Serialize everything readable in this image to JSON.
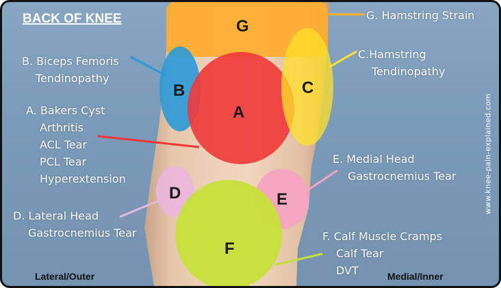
{
  "title": "BACK OF KNEE",
  "zones": [
    {
      "letter": "G",
      "color": "#ffad2e"
    },
    {
      "letter": "B",
      "color": "#2a9ad8"
    },
    {
      "letter": "A",
      "color": "#ee3838"
    },
    {
      "letter": "C",
      "color": "#ffe22a"
    },
    {
      "letter": "D",
      "color": "#e9b6dc"
    },
    {
      "letter": "E",
      "color": "#f5a3c2"
    },
    {
      "letter": "F",
      "color": "#c6e03a"
    }
  ],
  "labels": {
    "g": [
      "G. Hamstring Strain"
    ],
    "c": [
      "C.Hamstring",
      "Tendinopathy"
    ],
    "b": [
      "B. Biceps Femoris",
      "Tendinopathy"
    ],
    "a": [
      "A. Bakers Cyst",
      "Arthritis",
      "ACL Tear",
      "PCL Tear",
      "Hyperextension"
    ],
    "e": [
      "E. Medial Head",
      "Gastrocnemius Tear"
    ],
    "d": [
      "D. Lateral Head",
      "Gastrocnemius Tear"
    ],
    "f": [
      "F. Calf Muscle Cramps",
      "Calf Tear",
      "DVT"
    ]
  },
  "corners": {
    "left": "Lateral/Outer",
    "right": "Medial/Inner"
  },
  "watermark": "www.knee-pain-explained.com"
}
